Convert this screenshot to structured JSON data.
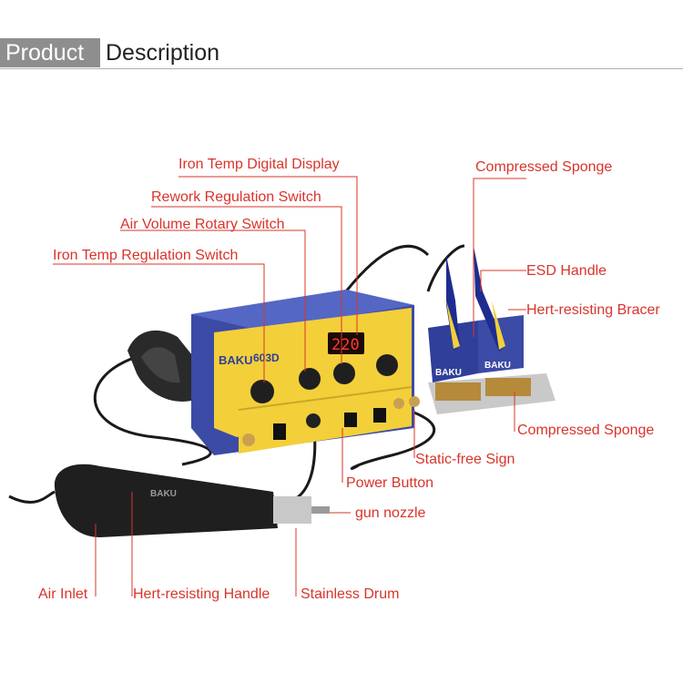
{
  "header": {
    "tag": "Product",
    "title": "Description"
  },
  "labels": {
    "iron_temp_display": "Iron Temp Digital Display",
    "rework_regulation": "Rework Regulation Switch",
    "air_volume": "Air Volume Rotary Switch",
    "iron_temp_regulation": "Iron Temp Regulation Switch",
    "compressed_sponge_top": "Compressed Sponge",
    "esd_handle": "ESD Handle",
    "hert_bracer": "Hert-resisting Bracer",
    "compressed_sponge_bottom": "Compressed Sponge",
    "static_free": "Static-free Sign",
    "power_button": "Power Button",
    "gun_nozzle": "gun nozzle",
    "air_inlet": "Air Inlet",
    "hert_handle": "Hert-resisting Handle",
    "stainless_drum": "Stainless Drum"
  },
  "device": {
    "brand": "BAKU",
    "model": "603D",
    "display_value": "220",
    "holder_brand": "BAKU",
    "gun_brand": "BAKU"
  },
  "colors": {
    "accent": "#d9342b",
    "header_tag": "#8e8e8e",
    "body_blue": "#3b4ba6",
    "panel_yellow": "#f3cf3a"
  }
}
